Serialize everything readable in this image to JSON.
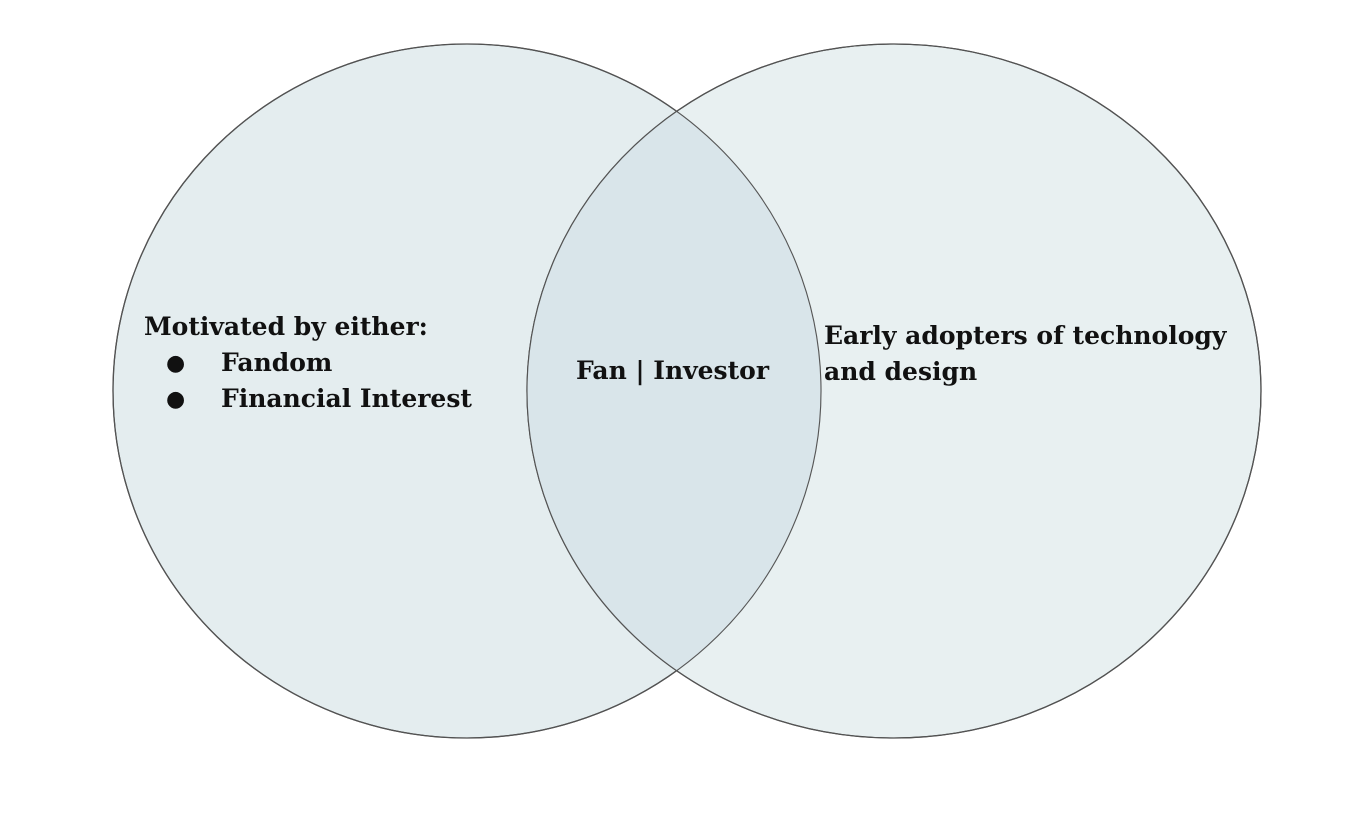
{
  "diagram": {
    "left_circle": {
      "heading": "Motivated by either:",
      "items": [
        "Fandom",
        "Financial Interest"
      ]
    },
    "overlap": {
      "label": "Fan | Investor"
    },
    "right_circle": {
      "text": "Early adopters of technology and design"
    },
    "colors": {
      "circle_fill": "#e4edef",
      "overlap_fill": "#d9e5ea",
      "stroke": "#333333"
    }
  }
}
